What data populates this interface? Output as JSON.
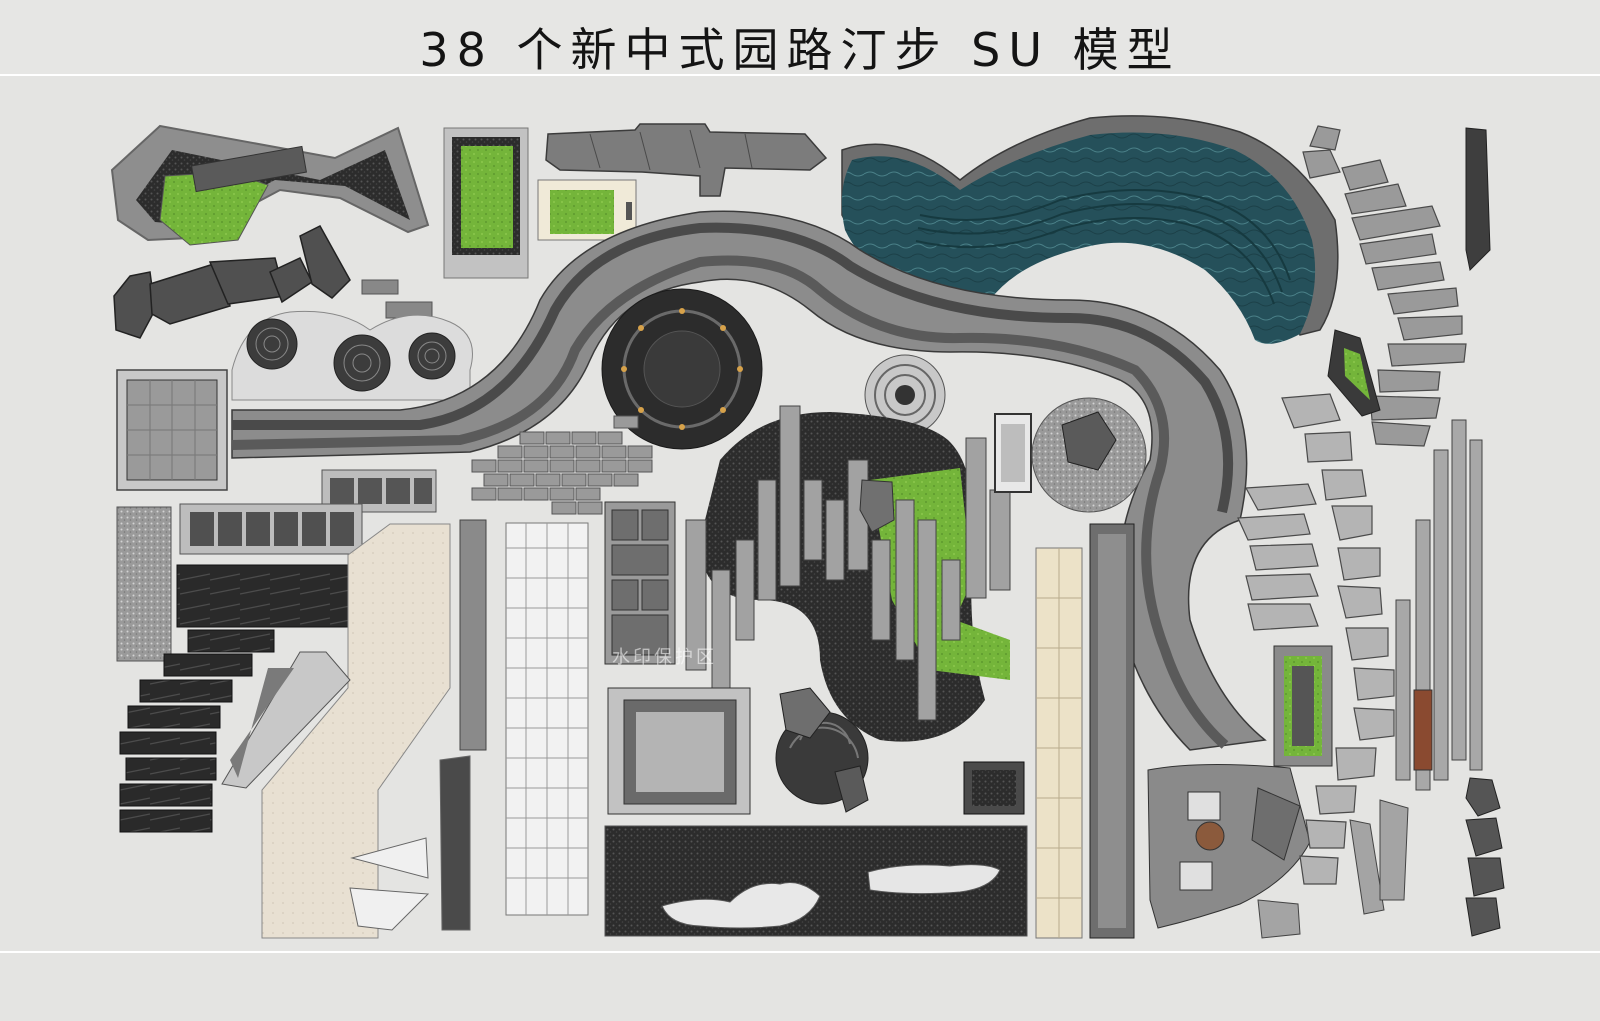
{
  "page": {
    "title": "38 个新中式园路汀步 SU 模型",
    "watermark": "水印保护区"
  },
  "colors": {
    "background": "#e4e4e2",
    "stone_dark": "#4a4a4a",
    "stone_mid": "#8a8a8a",
    "stone_light": "#b4b4b4",
    "water": "#2c5a60",
    "lawn": "#76b83a",
    "wood": "#8a4a30"
  },
  "groups": [
    "zigzag-lawn-path",
    "framed-lawn-planter",
    "rough-stone-strip",
    "grass-panel",
    "pond-with-rock-edge",
    "step-stones-arc",
    "vertical-slab",
    "irregular-dark-stones",
    "small-brick-pavers",
    "circle-pads-path",
    "granite-square-tile",
    "curved-band-path",
    "round-dark-plaza",
    "spiral-circle",
    "linear-stone-strips-garden",
    "signage-panel",
    "rock-disc",
    "triangle-planter",
    "paver-grid",
    "staggered-bricks",
    "gravel-square",
    "dark-block-strip",
    "black-marble-slab",
    "black-stepped-pavers",
    "stepped-path",
    "white-tile-column",
    "tile-composition",
    "square-framed-pad",
    "rock-on-stepped-disc",
    "small-dark-square",
    "gravel-bed-with-rocks",
    "cream-column",
    "dark-strip-column",
    "seating-platform",
    "framed-linear-planter",
    "stone-stepping-trail",
    "long-slabs-with-wood",
    "stacked-rocks",
    "white-triangle-stones",
    "triangle-curved-stones"
  ]
}
